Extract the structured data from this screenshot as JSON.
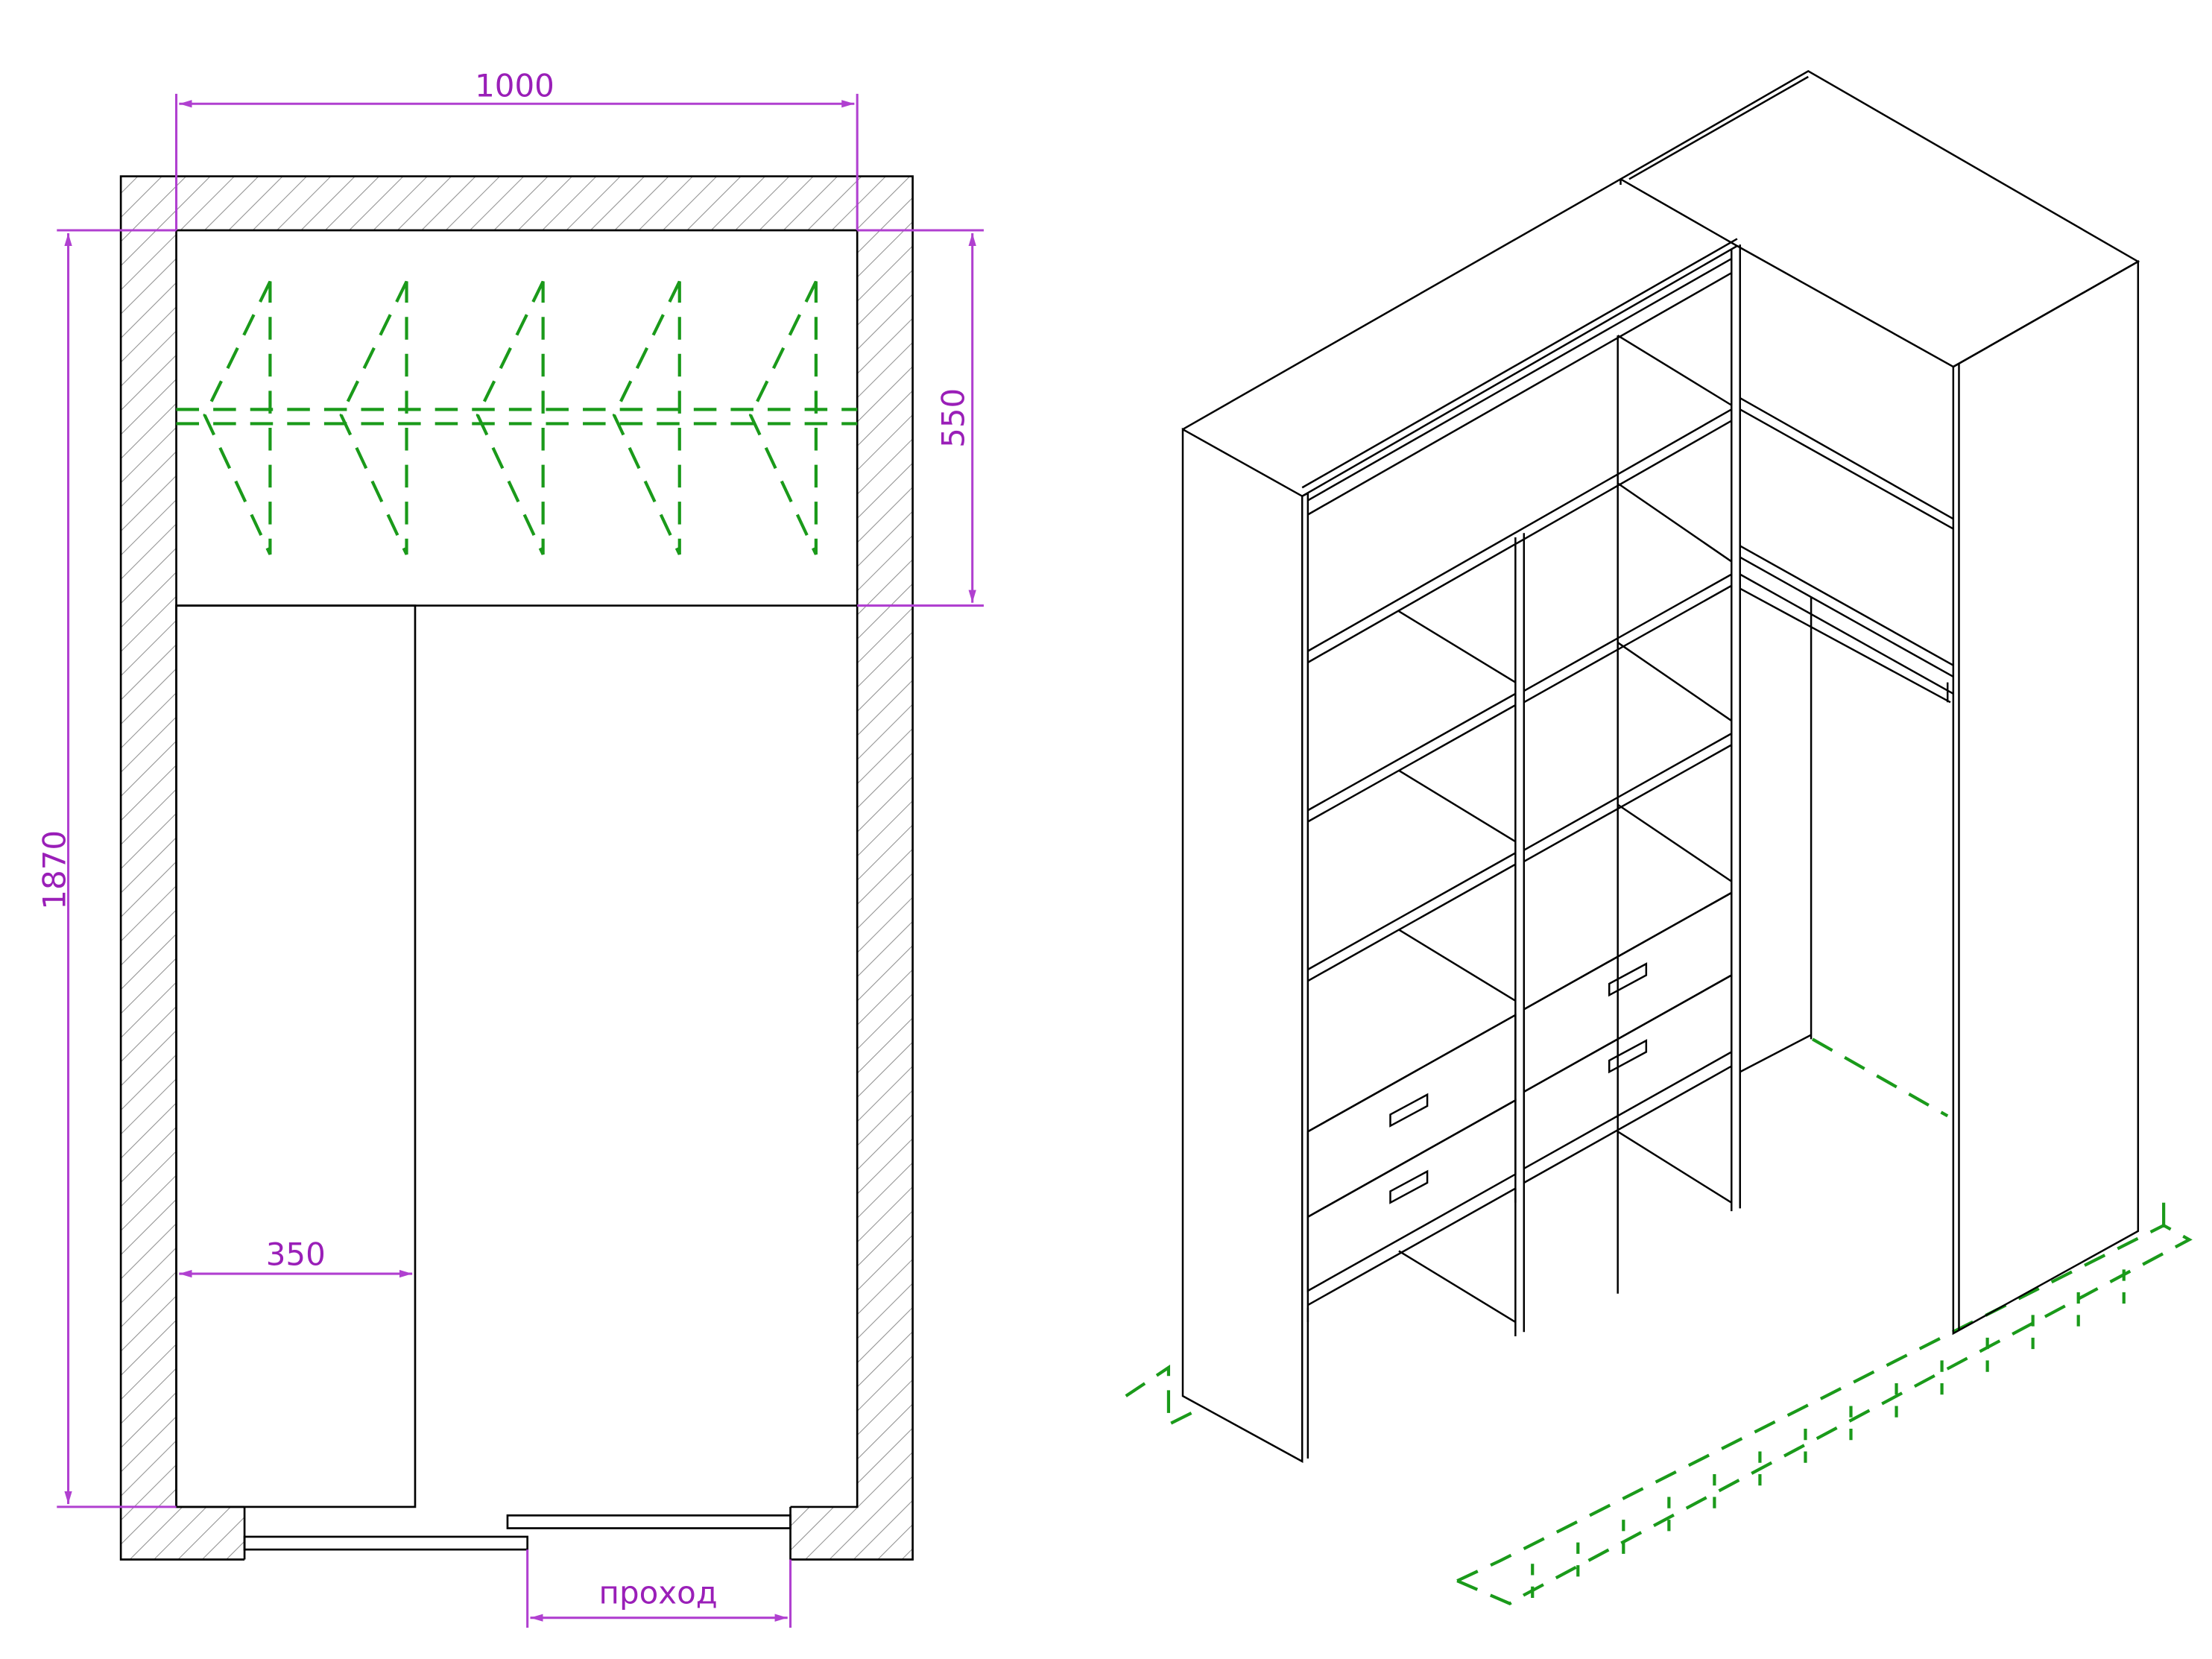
{
  "plan": {
    "dimensions": {
      "width_label": "1000",
      "depth_label": "550",
      "height_label": "1870",
      "shelf_label": "350",
      "passage_label": "проход"
    }
  },
  "colors": {
    "outline": "#000000",
    "dimension": "#9a1fb8",
    "dimension_line": "#b040d0",
    "hanger": "#1a9a1a",
    "hatch": "#909090"
  }
}
